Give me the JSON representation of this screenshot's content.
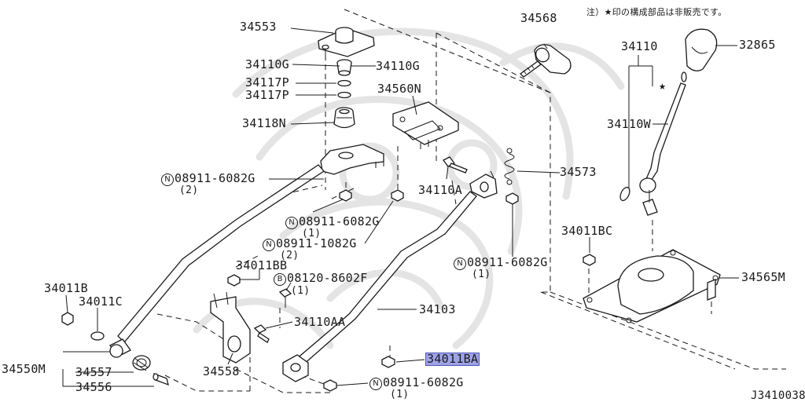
{
  "note": "注）★印の構成部品は非販売です。",
  "diagram_code": "J3410038",
  "highlight_color": "#9ea3e6",
  "labels": {
    "p34553": "34553",
    "p34568": "34568",
    "p34110G_left": "34110G",
    "p34110G_right": "34110G",
    "p34117P_a": "34117P",
    "p34117P_b": "34117P",
    "p34560N": "34560N",
    "p34118N": "34118N",
    "p34110": "34110",
    "p32865": "32865",
    "p34110W": "34110W",
    "p34573": "34573",
    "p34110A": "34110A",
    "p08911_6082G_top": "08911-6082G",
    "p08911_6082G_top_qty": "(2)",
    "p08911_6082G_mid": "08911-6082G",
    "p08911_6082G_mid_qty": "(1)",
    "p08911_1082G": "08911-1082G",
    "p08911_1082G_qty": "(2)",
    "p34011BC": "34011BC",
    "p08911_6082G_right": "08911-6082G",
    "p08911_6082G_right_qty": "(1)",
    "p34565M": "34565M",
    "p34011BB": "34011BB",
    "p08120_8602F": "08120-8602F",
    "p08120_8602F_qty": "(1)",
    "p34011B": "34011B",
    "p34011C": "34011C",
    "p34103": "34103",
    "p34110AA": "34110AA",
    "p34011BA": "34011BA",
    "p34550M": "34550M",
    "p34557": "34557",
    "p34556": "34556",
    "p34558": "34558",
    "p08911_6082G_bottom": "08911-6082G",
    "p08911_6082G_bottom_qty": "(1)"
  },
  "prefix": {
    "n": "N",
    "b": "B"
  },
  "star_mark": "★"
}
